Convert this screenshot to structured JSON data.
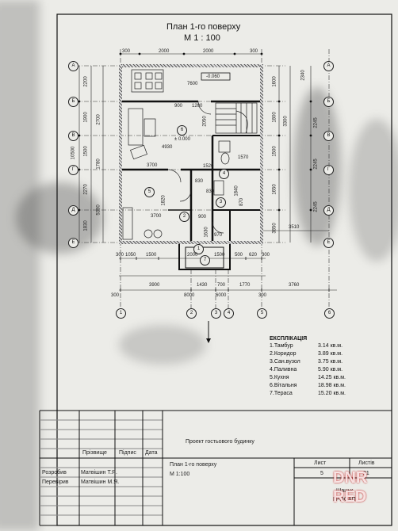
{
  "drawing": {
    "title_line1": "План 1-го поверху",
    "title_line2": "М 1 : 100",
    "level_mark_top": "-0.060",
    "level_mark_center": "± 0.000",
    "room_numbers": [
      "1",
      "2",
      "3",
      "4",
      "5",
      "6",
      "7"
    ],
    "axes_letters": [
      "А",
      "Б",
      "В",
      "Г",
      "Д",
      "Е"
    ],
    "axes_numbers": [
      "1",
      "2",
      "3",
      "4",
      "5",
      "6"
    ],
    "dims_top": [
      "300",
      "2000",
      "2000",
      "300"
    ],
    "dims_left": [
      "2200",
      "1900",
      "1500",
      "1780",
      "2270",
      "1830",
      "10500",
      "2700",
      "5380"
    ],
    "dims_right": [
      "1600",
      "1800",
      "3300",
      "1500",
      "1650",
      "2245",
      "2245",
      "2245",
      "2340",
      "3850",
      "3510"
    ],
    "dims_inner": [
      "7600",
      "900",
      "1200",
      "2050",
      "4930",
      "3700",
      "830",
      "830",
      "3700",
      "1520",
      "900",
      "1570",
      "1840",
      "1630",
      "1820",
      "970",
      "870"
    ],
    "dims_bottom_row1": [
      "300",
      "1050",
      "1500",
      "2000",
      "1500",
      "500",
      "620",
      "300"
    ],
    "dims_bottom_row2": [
      "3900",
      "1430",
      "700",
      "1770",
      "3760"
    ],
    "dims_bottom_row3": [
      "300",
      "8000",
      "6000",
      "300"
    ]
  },
  "explication": {
    "heading": "ЕКСПЛІКАЦІЯ",
    "rows": [
      {
        "name": "1.Тамбур",
        "area": "3.14 кв.м."
      },
      {
        "name": "2.Коридор",
        "area": "3.89 кв.м."
      },
      {
        "name": "3.Сан.вузол",
        "area": "3.75 кв.м."
      },
      {
        "name": "4.Паливна",
        "area": "5.90 кв.м."
      },
      {
        "name": "5.Кухня",
        "area": "14.25 кв.м."
      },
      {
        "name": "6.Вітальня",
        "area": "18.98 кв.м."
      },
      {
        "name": "7.Тераса",
        "area": "15.20 кв.м."
      }
    ]
  },
  "stamp": {
    "project": "Проект гостьового будинку",
    "col_surname": "Прізвище",
    "col_signature": "Підпис",
    "col_date": "Дата",
    "row1_role": "Розробив",
    "row1_name": "Матвішин Т.Я.",
    "row2_role": "Перевірив",
    "row2_name": "Матвішин М.Я.",
    "sheet_title": "План 1-го поверху",
    "scale": "М 1:100",
    "sheet_label": "Лист",
    "sheets_label": "Листів",
    "sheet_no": "5",
    "sheets_total": "21",
    "org1": "Шацьк",
    "org2": "ГРООАП"
  },
  "watermark": {
    "line1": "DNR",
    "line2": "RED"
  }
}
